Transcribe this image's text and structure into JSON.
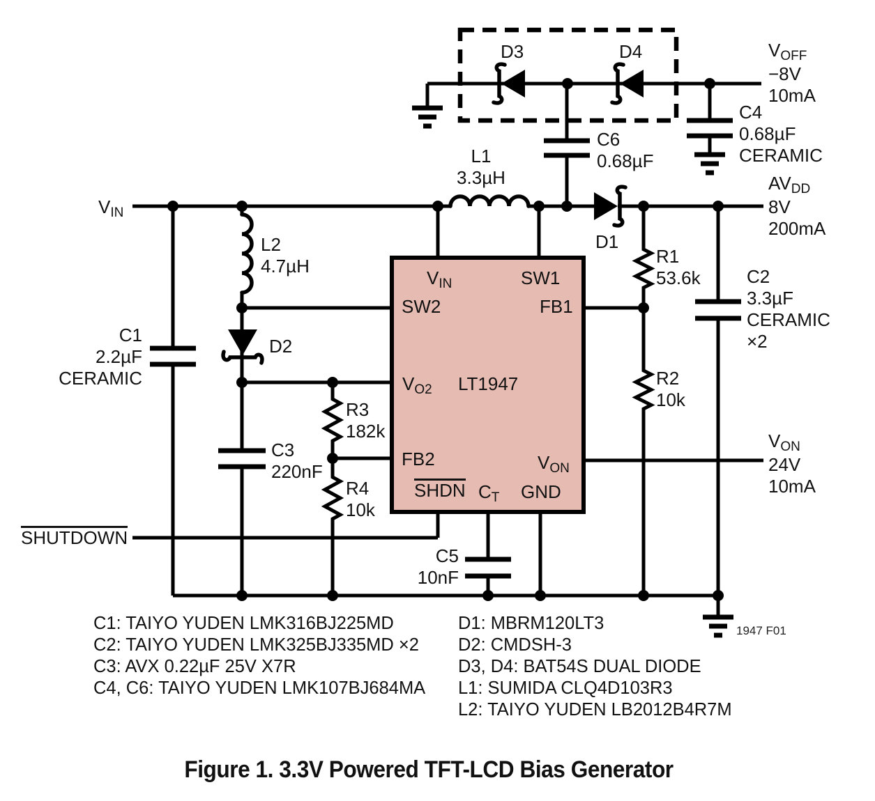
{
  "inputs": {
    "vin": {
      "t": "V",
      "sub": "IN"
    },
    "shutdown": "SHUTDOWN"
  },
  "ic": {
    "part": "LT1947",
    "pins": {
      "vin": {
        "t": "V",
        "sub": "IN"
      },
      "sw1": "SW1",
      "sw2": "SW2",
      "fb1": "FB1",
      "vo2": {
        "t": "V",
        "sub": "O2"
      },
      "fb2": "FB2",
      "von": {
        "t": "V",
        "sub": "ON"
      },
      "shdn": "SHDN",
      "ct": {
        "t": "C",
        "sub": "T"
      },
      "gnd": "GND"
    }
  },
  "components": {
    "c1": {
      "ref": "C1",
      "value": "2.2µF",
      "note": "CERAMIC"
    },
    "c2": {
      "ref": "C2",
      "value": "3.3µF",
      "note": "CERAMIC",
      "mult": "×2"
    },
    "c3": {
      "ref": "C3",
      "value": "220nF"
    },
    "c4": {
      "ref": "C4",
      "value": "0.68µF",
      "note": "CERAMIC"
    },
    "c5": {
      "ref": "C5",
      "value": "10nF"
    },
    "c6": {
      "ref": "C6",
      "value": "0.68µF"
    },
    "l1": {
      "ref": "L1",
      "value": "3.3µH"
    },
    "l2": {
      "ref": "L2",
      "value": "4.7µH"
    },
    "r1": {
      "ref": "R1",
      "value": "53.6k"
    },
    "r2": {
      "ref": "R2",
      "value": "10k"
    },
    "r3": {
      "ref": "R3",
      "value": "182k"
    },
    "r4": {
      "ref": "R4",
      "value": "10k"
    },
    "d1": {
      "ref": "D1"
    },
    "d2": {
      "ref": "D2"
    },
    "d3": {
      "ref": "D3"
    },
    "d4": {
      "ref": "D4"
    }
  },
  "outputs": {
    "voff": {
      "t": "V",
      "sub": "OFF",
      "voltage": "−8V",
      "current": "10mA"
    },
    "avdd": {
      "t": "AV",
      "sub": "DD",
      "voltage": "8V",
      "current": "200mA"
    },
    "von": {
      "t": "V",
      "sub": "ON",
      "voltage": "24V",
      "current": "10mA"
    }
  },
  "notes": {
    "left": [
      "C1: TAIYO YUDEN LMK316BJ225MD",
      "C2: TAIYO YUDEN LMK325BJ335MD ×2",
      "C3: AVX 0.22µF 25V X7R",
      "C4, C6: TAIYO YUDEN LMK107BJ684MA"
    ],
    "right": [
      "D1: MBRM120LT3",
      "D2: CMDSH-3",
      "D3, D4: BAT54S DUAL DIODE",
      "L1: SUMIDA CLQ4D103R3",
      "L2: TAIYO YUDEN LB2012B4R7M"
    ]
  },
  "caption": "Figure 1. 3.3V Powered TFT-LCD Bias Generator",
  "fig_ref": "1947 F01",
  "colors": {
    "background": "#FFFFFF",
    "line": "#000000",
    "ic_fill": "#E5BBB2",
    "text": "#111111"
  }
}
